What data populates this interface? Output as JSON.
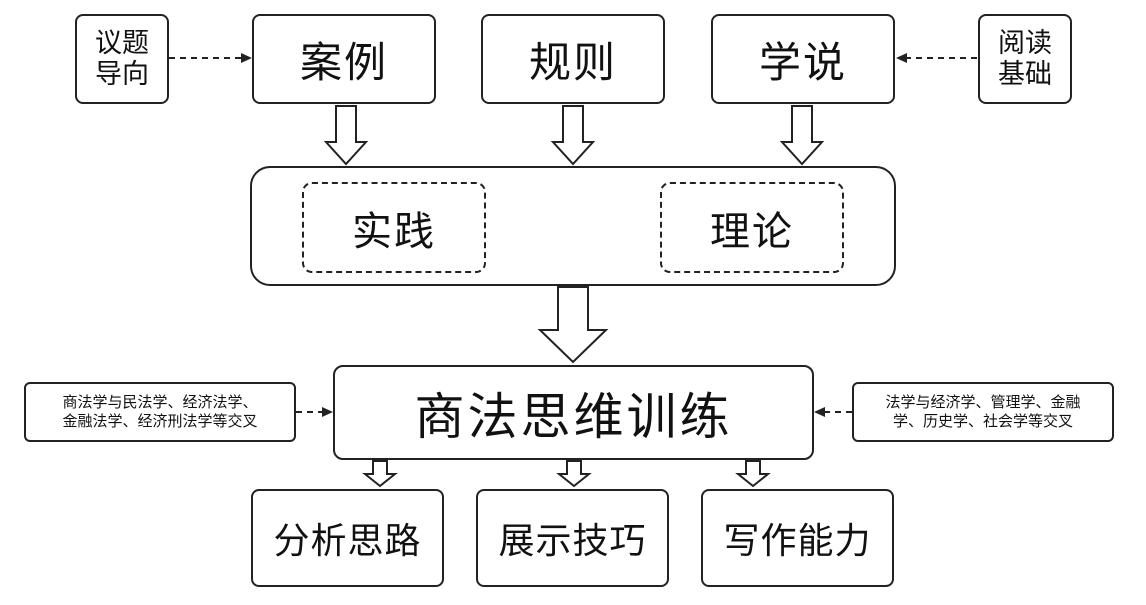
{
  "top_row": {
    "left_input": {
      "line1": "议题",
      "line2": "导向"
    },
    "case": "案例",
    "rule": "规则",
    "doctrine": "学说",
    "right_input": {
      "line1": "阅读",
      "line2": "基础"
    }
  },
  "integration": {
    "practice": "实践",
    "theory": "理论"
  },
  "center_title": "商法思维训练",
  "side_notes": {
    "left": {
      "line1": "商法学与民法学、经济法学、",
      "line2": "金融法学、经济刑法学等交叉"
    },
    "right": {
      "line1": "法学与经济学、管理学、金融",
      "line2": "学、历史学、社会学等交叉"
    }
  },
  "outputs": [
    "分析思路",
    "展示技巧",
    "写作能力"
  ]
}
